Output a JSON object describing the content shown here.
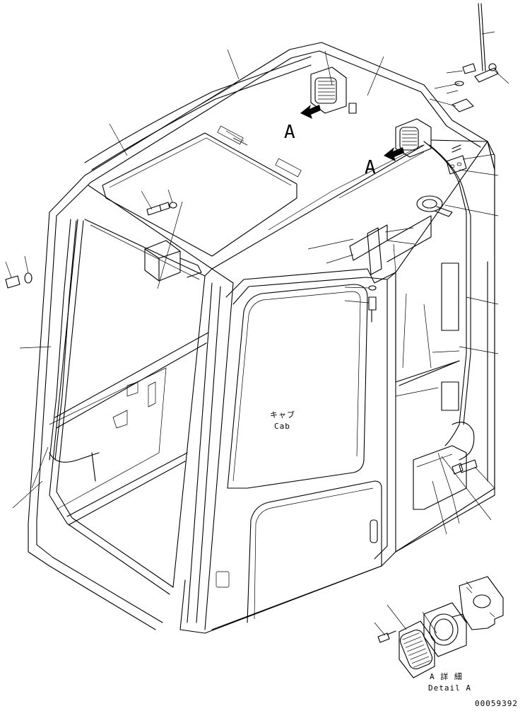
{
  "labels": {
    "view_mark_1": "A",
    "view_mark_2": "A",
    "cab_jp": "キャブ",
    "cab_en": "Cab",
    "detail_jp": "A 詳 細",
    "detail_en": "Detail A",
    "drawing_id": "00059392"
  }
}
